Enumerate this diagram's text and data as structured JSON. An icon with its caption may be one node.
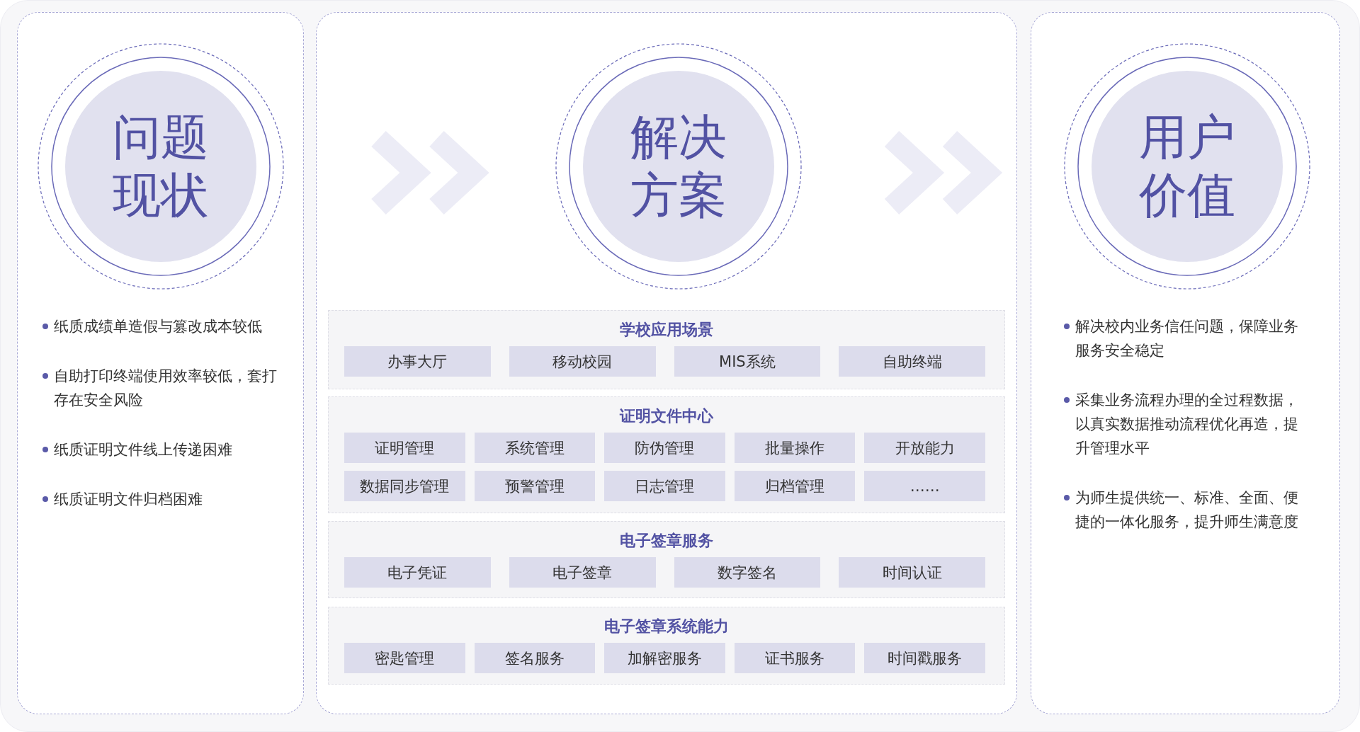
{
  "diagram": {
    "nodes": [
      {
        "text": [
          "纸质成绩单造假与篡改成本较低",
          "自助打印终端使用效率较低，套打存在安全风险",
          "纸质证明文件线上传递困难",
          "纸质证明文件归档困难"
        ]
      },
      {
        "text": [
          "问题现状"
        ],
        "in": 0
      },
      {
        "text": [],
        "shape": "box"
      },
      {
        "text": [
          "解决方案"
        ],
        "in": 2
      },
      {
        "text": [
          "学校应用场景"
        ],
        "in": 2
      },
      {
        "text": [
          "办事大厅"
        ],
        "in": 4
      },
      {
        "text": [
          "移动校园"
        ],
        "in": 4
      },
      {
        "text": [
          "MIS系统"
        ],
        "in": 4
      },
      {
        "text": [
          "自助终端"
        ],
        "in": 4
      },
      {
        "text": [
          "证明文件中心"
        ],
        "in": 2
      },
      {
        "text": [
          "证明管理"
        ],
        "in": 9
      },
      {
        "text": [
          "系统管理"
        ],
        "in": 9
      },
      {
        "text": [
          "防伪管理"
        ],
        "in": 9
      },
      {
        "text": [
          "批量操作"
        ],
        "in": 9
      },
      {
        "text": [
          "开放能力"
        ],
        "in": 9
      },
      {
        "text": [
          "数据同步管理"
        ],
        "in": 9
      },
      {
        "text": [
          "预警管理"
        ],
        "in": 9
      },
      {
        "text": [
          "日志管理"
        ],
        "in": 9
      },
      {
        "text": [
          "归档管理"
        ],
        "in": 9
      },
      {
        "text": [
          "……"
        ],
        "in": 9
      },
      {
        "text": [
          "电子签章服务"
        ],
        "in": 2
      },
      {
        "text": [
          "电子凭证"
        ],
        "in": 20
      },
      {
        "text": [
          "电子签章"
        ],
        "in": 20
      },
      {
        "text": [
          "数字签名"
        ],
        "in": 20
      },
      {
        "text": [
          "时间认证"
        ],
        "in": 20
      },
      {
        "text": [
          "电子签章系统能力"
        ],
        "in": 2
      },
      {
        "text": [
          "密匙管理"
        ],
        "in": 25
      },
      {
        "text": [
          "签名服务"
        ],
        "in": 25
      },
      {
        "text": [
          "加解密服务"
        ],
        "in": 25
      },
      {
        "text": [
          "证书服务"
        ],
        "in": 25
      },
      {
        "text": [
          "时间戳服务"
        ],
        "in": 25
      },
      {
        "text": [
          "解决校内业务信任问题，保障业务服务安全稳定",
          "采集业务流程办理的全过程数据，以真实数据推动流程优化再造，提升管理水平",
          "为师生提供统一、标准、全面、便捷的一体化服务，提升师生满意度"
        ]
      },
      {
        "text": [
          "用户价值"
        ],
        "in": 31
      }
    ],
    "edges": [
      {
        "from": 1,
        "to": 3,
        "arrow": "to"
      },
      {
        "from": 3,
        "to": 32,
        "arrow": "to"
      }
    ]
  }
}
